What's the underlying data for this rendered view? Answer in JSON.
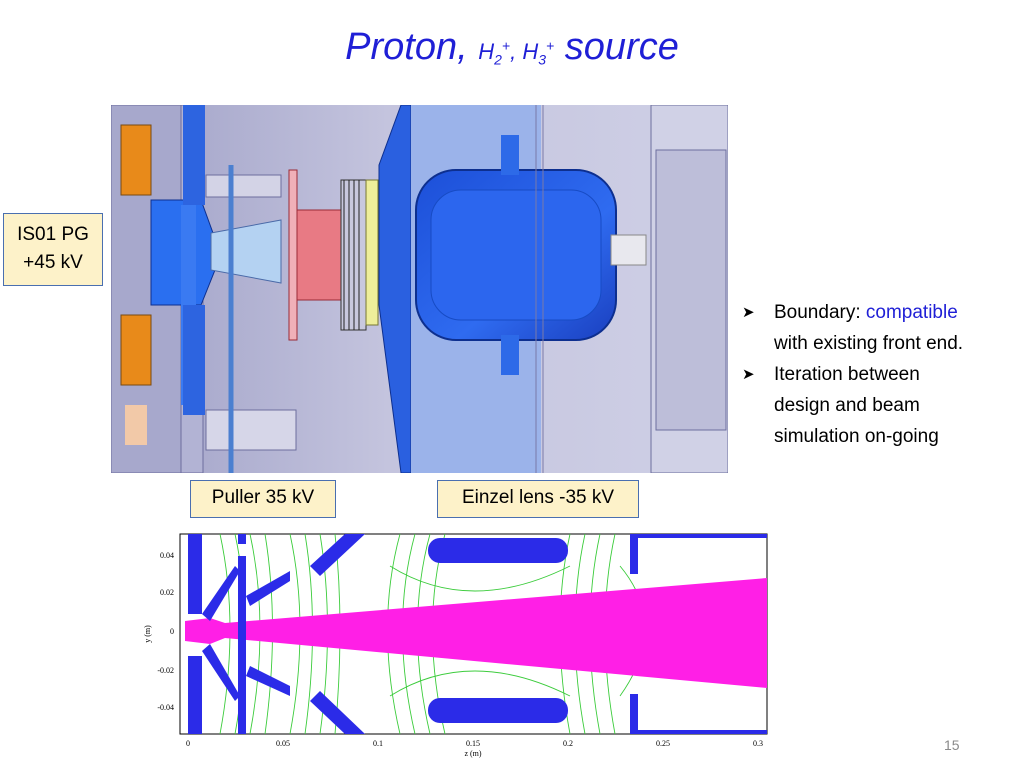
{
  "slide": {
    "title": {
      "main": "Proton,",
      "h2_base": "H",
      "h2_sub": "2",
      "h2_sup": "+",
      "sep": ",",
      "h3_base": "H",
      "h3_sub": "3",
      "h3_sup": "+",
      "tail": "source"
    },
    "labels": {
      "is01_line1": "IS01 PG",
      "is01_line2": "+45 kV",
      "puller": "Puller 35 kV",
      "einzel": "Einzel lens -35 kV"
    },
    "bullets": [
      {
        "prefix": "Boundary: ",
        "highlight": "compatible",
        "line2": "with existing front end."
      },
      {
        "line1": "Iteration between",
        "line2": "design and beam",
        "line3": "simulation on-going"
      }
    ],
    "page_number": "15",
    "colors": {
      "title": "#1f1fd6",
      "highlight": "#1f1fd6",
      "beam": "#ff1fe6",
      "electrode": "#2b2be8",
      "field_lines": "#3ccc3c"
    }
  },
  "simulation": {
    "x_axis_label": "z (m)",
    "y_axis_label": "y (m)",
    "x_ticks": [
      "0",
      "0.05",
      "0.1",
      "0.15",
      "0.2",
      "0.25",
      "0.3"
    ],
    "y_ticks": [
      "0.04",
      "0.02",
      "0",
      "-0.02",
      "-0.04"
    ]
  }
}
